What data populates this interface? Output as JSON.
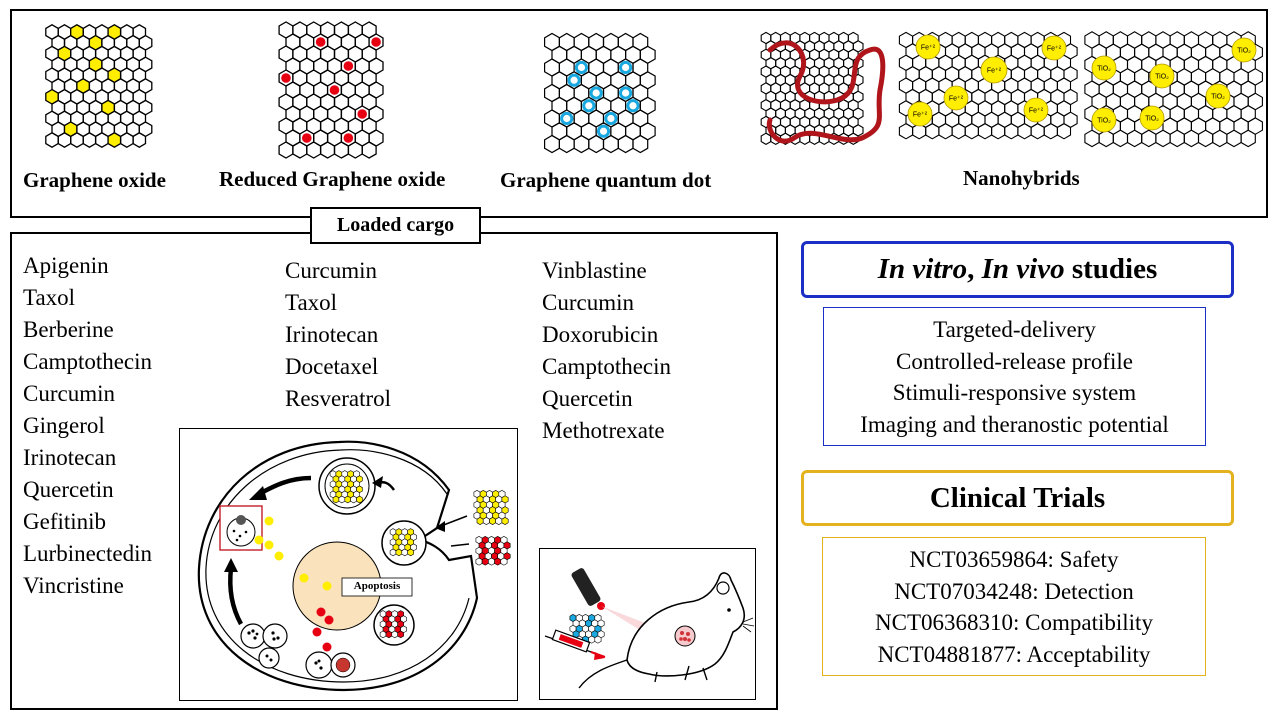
{
  "top_panel": {
    "graphene_oxide": "Graphene oxide",
    "reduced_graphene_oxide": "Reduced Graphene oxide",
    "graphene_quantum_dot": "Graphene quantum dot",
    "nanohybrids": "Nanohybrids",
    "fe_label": "Fe⁺²",
    "tio2_label": "TiO₂"
  },
  "cargo_panel": {
    "title": "Loaded cargo",
    "column1": [
      "Apigenin",
      "Taxol",
      "Berberine",
      "Camptothecin",
      "Curcumin",
      "Gingerol",
      "Irinotecan",
      "Quercetin",
      "Gefitinib",
      "Lurbinectedin",
      "Vincristine"
    ],
    "column2": [
      "Curcumin",
      "Taxol",
      "Irinotecan",
      "Docetaxel",
      "Resveratrol"
    ],
    "column3": [
      "Vinblastine",
      "Curcumin",
      "Doxorubicin",
      "Camptothecin",
      "Quercetin",
      "Methotrexate"
    ],
    "apoptosis_label": "Apoptosis"
  },
  "studies": {
    "title_italic_1": "In vitro",
    "title_sep": ", ",
    "title_italic_2": "In vivo",
    "title_rest": " studies",
    "items": [
      "Targeted-delivery",
      "Controlled-release profile",
      "Stimuli-responsive system",
      "Imaging and theranostic potential"
    ],
    "title_color": "#1c2fc4"
  },
  "trials": {
    "title": "Clinical Trials",
    "items": [
      "NCT03659864: Safety",
      "NCT07034248: Detection",
      "NCT06368310: Compatibility",
      "NCT04881877: Acceptability"
    ],
    "title_color": "#e3b21e",
    "box_color": "#e3b21e"
  },
  "colors": {
    "yellow": "#ffee00",
    "red": "#e60012",
    "cyan": "#19a9e0",
    "dark_red": "#b0151c",
    "cell_fill": "#f9e2bc"
  }
}
